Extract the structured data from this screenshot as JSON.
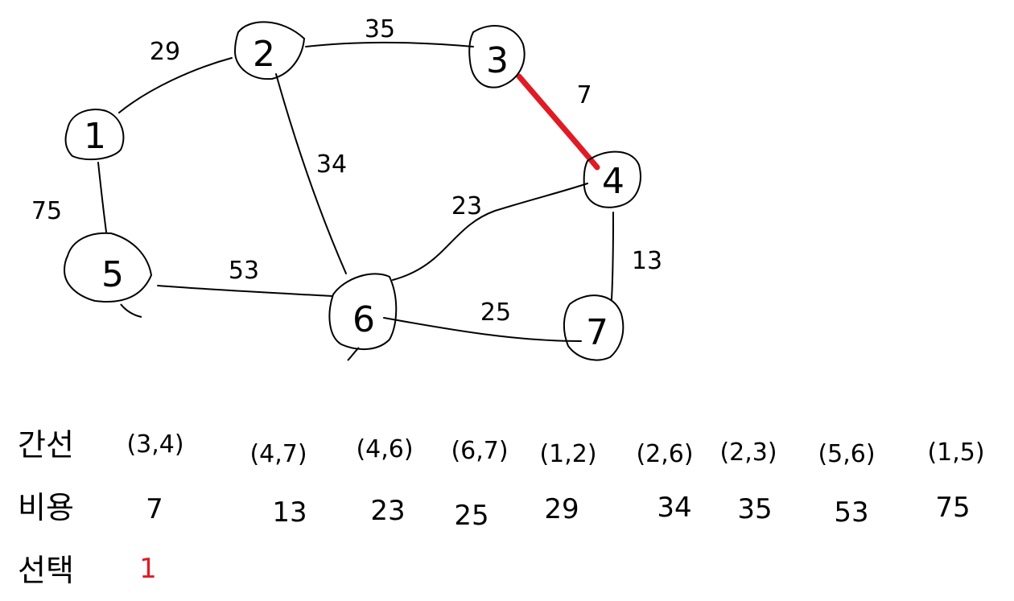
{
  "graph": {
    "nodes": [
      {
        "id": "1",
        "label": "1"
      },
      {
        "id": "2",
        "label": "2"
      },
      {
        "id": "3",
        "label": "3"
      },
      {
        "id": "4",
        "label": "4"
      },
      {
        "id": "5",
        "label": "5"
      },
      {
        "id": "6",
        "label": "6"
      },
      {
        "id": "7",
        "label": "7"
      }
    ],
    "edges": [
      {
        "from": "1",
        "to": "2",
        "weight": "29",
        "selected": false
      },
      {
        "from": "2",
        "to": "3",
        "weight": "35",
        "selected": false
      },
      {
        "from": "3",
        "to": "4",
        "weight": "7",
        "selected": true
      },
      {
        "from": "2",
        "to": "6",
        "weight": "34",
        "selected": false
      },
      {
        "from": "1",
        "to": "5",
        "weight": "75",
        "selected": false
      },
      {
        "from": "5",
        "to": "6",
        "weight": "53",
        "selected": false
      },
      {
        "from": "6",
        "to": "4",
        "weight": "23",
        "selected": false
      },
      {
        "from": "4",
        "to": "7",
        "weight": "13",
        "selected": false
      },
      {
        "from": "6",
        "to": "7",
        "weight": "25",
        "selected": false
      }
    ],
    "selected_color": "#e01b24"
  },
  "table": {
    "edge_header": "간선",
    "cost_header": "비용",
    "selected_header": "선택",
    "edges": [
      "(3,4)",
      "(4,7)",
      "(4,6)",
      "(6,7)",
      "(1,2)",
      "(2,6)",
      "(2,3)",
      "(5,6)",
      "(1,5)"
    ],
    "costs": [
      "7",
      "13",
      "23",
      "25",
      "29",
      "34",
      "35",
      "53",
      "75"
    ],
    "selected": [
      "1",
      "",
      "",
      "",
      "",
      "",
      "",
      "",
      ""
    ]
  }
}
